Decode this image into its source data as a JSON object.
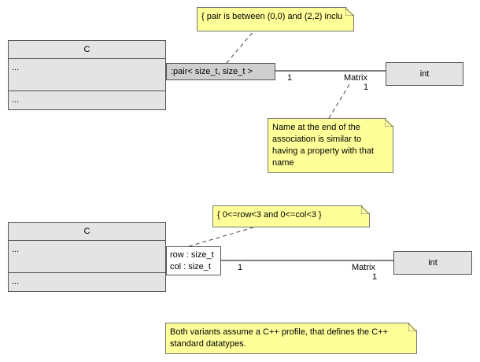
{
  "diagram1": {
    "class_name": "C",
    "attributes": "...",
    "operations": "...",
    "qualifier": ":pair< size_t, size_t >",
    "target": "int",
    "mult_source": "1",
    "role": "Matrix",
    "mult_target": "1",
    "constraint_note": "{ pair is between (0,0) and (2,2) inclu",
    "role_note": "Name at the end of the association is similar to having a property with that name"
  },
  "diagram2": {
    "class_name": "C",
    "attributes": "...",
    "operations": "...",
    "qualifier_row": "row : size_t",
    "qualifier_col": "col : size_t",
    "target": "int",
    "mult_source": "1",
    "role": "Matrix",
    "mult_target": "1",
    "constraint_note": "{ 0<=row<3 and 0<=col<3 }"
  },
  "footer_note": "Both variants assume a C++ profile, that defines the C++ standard datatypes."
}
